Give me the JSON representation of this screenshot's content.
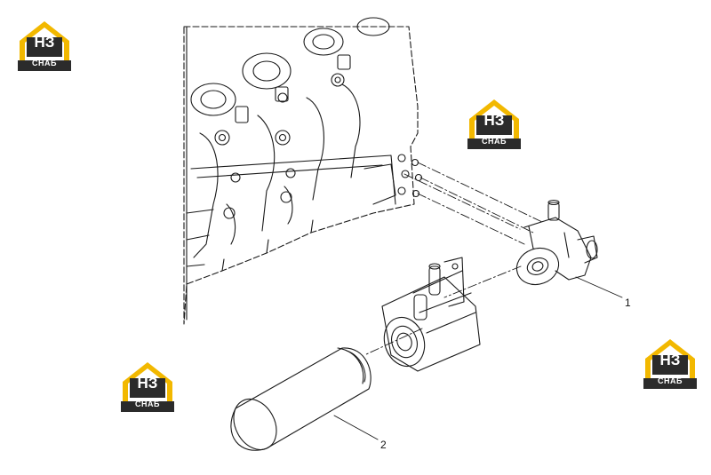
{
  "logo": {
    "primary_color": "#f2b800",
    "secondary_color": "#2b2b2b",
    "text_top": "НЗ",
    "text_bottom": "СНАБ"
  },
  "callouts": [
    {
      "label": "1"
    },
    {
      "label": "2"
    }
  ]
}
